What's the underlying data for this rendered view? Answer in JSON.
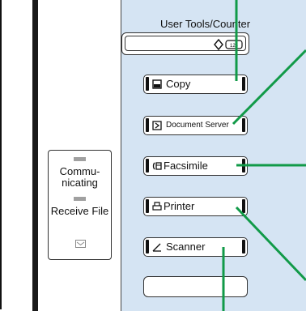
{
  "indicators": {
    "communicating_line1": "Commu-",
    "communicating_line2": "nicating",
    "receive_file": "Receive File"
  },
  "user_tools": {
    "label": "User Tools/Counter"
  },
  "buttons": {
    "copy": "Copy",
    "document_server": "Document Server",
    "facsimile": "Facsimile",
    "printer": "Printer",
    "scanner": "Scanner"
  },
  "colors": {
    "panel_bg": "#d5e4f3",
    "callout_line": "#119a48",
    "led_off": "#a0a0a0"
  }
}
